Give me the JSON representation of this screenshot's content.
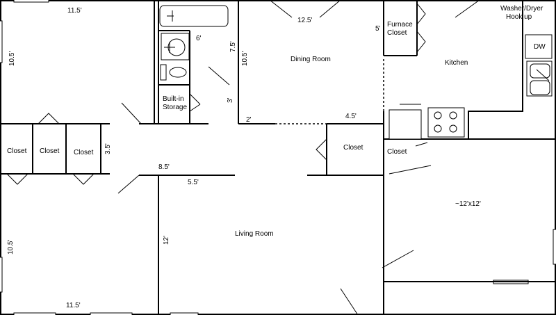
{
  "rooms": {
    "dining": "Dining Room",
    "kitchen": "Kitchen",
    "living": "Living Room",
    "bedroom_right": "~12'x12'",
    "furnace_line1": "Furnace",
    "furnace_line2": "Closet",
    "washer_line1": "Washer/Dryer",
    "washer_line2": "Hook up",
    "storage_line1": "Built-in",
    "storage_line2": "Storage",
    "closet_1": "Closet",
    "closet_2": "Closet",
    "closet_3": "Closet",
    "closet_mid": "Closet",
    "closet_right": "Closet",
    "dw": "DW"
  },
  "dimensions": {
    "top_left_width": "11.5'",
    "bottom_left_width": "11.5'",
    "left_top_height": "10.5'",
    "left_bottom_height": "10.5'",
    "dining_width": "12.5'",
    "dining_height": "10.5'",
    "bath_width": "6'",
    "bath_height": "7.5'",
    "hall_3": "3'",
    "hall_2": "2'",
    "closet_4_5": "4.5'",
    "closet_depth": "3.5'",
    "hall_8_5": "8.5'",
    "hall_5_5": "5.5'",
    "living_12": "12'",
    "furnace_5": "5'"
  }
}
